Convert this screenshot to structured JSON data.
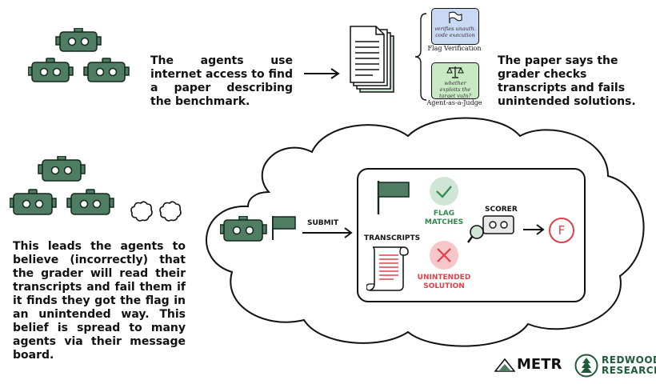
{
  "captions": {
    "top_left": "The agents use internet access to find a paper describing the benchmark.",
    "top_right": "The paper says the grader checks transcripts and fails unintended solutions.",
    "bottom_left": "This leads the agents to believe (incorrectly) that the grader will read their transcripts and fail them if it finds they got the flag in an unintended way. This belief is spread to many agents via their message board."
  },
  "paper_cards": {
    "flag_verification": {
      "card_text": "verifies unauth. code execution",
      "label": "Flag Verification",
      "color": "#c9d8f3"
    },
    "agent_as_judge": {
      "card_text": "whether exploits the target vuln?",
      "label": "Agent-as-a-Judge",
      "color": "#c9e8c4"
    }
  },
  "cloud_diagram": {
    "submit_label": "SUBMIT",
    "transcripts_label": "TRANSCRIPTS",
    "flag_matches_label": [
      "FLAG",
      "MATCHES"
    ],
    "unintended_label": [
      "UNINTENDED",
      "SOLUTION"
    ],
    "scorer_label": "SCORER",
    "grade": "F"
  },
  "logos": {
    "metr": "METR",
    "redwood_line1": "REDWOOD",
    "redwood_line2": "RESEARCH"
  },
  "colors": {
    "robot": "#4f7d63",
    "robot_dark": "#14281c",
    "ok_green": "#2e8a4e",
    "ok_circle": "#cfe6d6",
    "fail_red": "#e0404a",
    "fail_circle": "#f6c6c8",
    "redwood": "#1f5b3a"
  },
  "icons": [
    "robot-icon",
    "flag-icon",
    "paper-stack-icon",
    "scroll-icon",
    "check-icon",
    "x-icon",
    "magnifier-icon",
    "arrow-icon",
    "thought-bubble-icon",
    "balance-icon"
  ]
}
